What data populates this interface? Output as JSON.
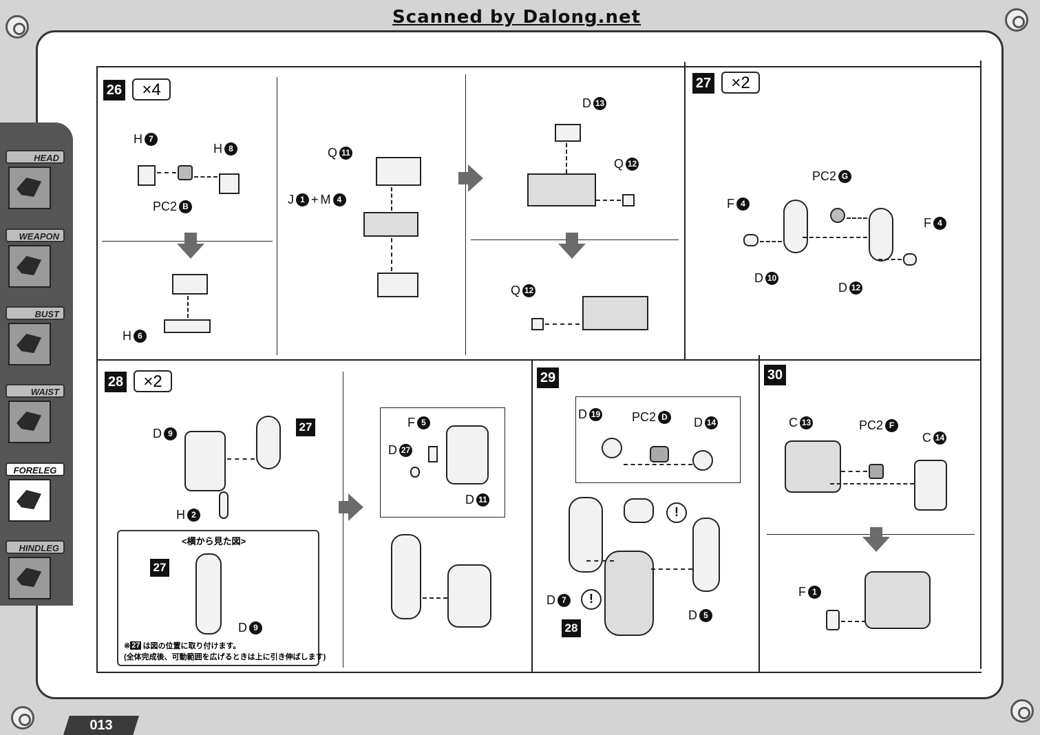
{
  "watermark": "Scanned by Dalong.net",
  "page_number": "013",
  "sidebar": {
    "tabs": [
      {
        "label": "HEAD",
        "active": false
      },
      {
        "label": "WEAPON",
        "active": false
      },
      {
        "label": "BUST",
        "active": false
      },
      {
        "label": "WAIST",
        "active": false
      },
      {
        "label": "FORELEG",
        "active": true
      },
      {
        "label": "HINDLEG",
        "active": false
      }
    ]
  },
  "steps": {
    "s26": {
      "number": "26",
      "multiplier": "×4",
      "parts": {
        "h7": "H",
        "h8": "H",
        "pc2b": "PC2",
        "q11": "Q",
        "j1": "J",
        "plus": "+",
        "m4": "M",
        "h6": "H",
        "d13": "D",
        "q12a": "Q",
        "q12b": "Q"
      },
      "nums": {
        "h7": "7",
        "h8": "8",
        "pc2b": "B",
        "q11": "11",
        "j1": "1",
        "m4": "4",
        "h6": "6",
        "d13": "13",
        "q12a": "12",
        "q12b": "12"
      }
    },
    "s27": {
      "number": "27",
      "multiplier": "×2",
      "parts": {
        "pc2g": "PC2",
        "f4a": "F",
        "f4b": "F",
        "d10": "D",
        "d12": "D"
      },
      "nums": {
        "pc2g": "G",
        "f4a": "4",
        "f4b": "4",
        "d10": "10",
        "d12": "12"
      }
    },
    "s28": {
      "number": "28",
      "multiplier": "×2",
      "parts": {
        "d9": "D",
        "h2": "H",
        "d9b": "D",
        "f5": "F",
        "d27": "D",
        "d11": "D"
      },
      "nums": {
        "d9": "9",
        "h2": "2",
        "d9b": "9",
        "f5": "5",
        "d27": "27",
        "d11": "11"
      },
      "ref_step": "27",
      "side_view_title": "<横から見た図>",
      "note_num": "27",
      "note_line1": "は図の位置に取り付けます。",
      "note_line2": "(全体完成後、可動範囲を広げるときは上に引き伸ばします)"
    },
    "s29": {
      "number": "29",
      "parts": {
        "d19": "D",
        "pc2d": "PC2",
        "d14": "D",
        "d7": "D",
        "d5": "D"
      },
      "nums": {
        "d19": "19",
        "pc2d": "D",
        "d14": "14",
        "d7": "7",
        "d5": "5"
      },
      "ref_step": "28",
      "warn": "!"
    },
    "s30": {
      "number": "30",
      "parts": {
        "c13": "C",
        "pc2f": "PC2",
        "c14": "C",
        "f1": "F"
      },
      "nums": {
        "c13": "13",
        "pc2f": "F",
        "c14": "14",
        "f1": "1"
      }
    }
  },
  "colors": {
    "sheet": "#ffffff",
    "frame": "#555555",
    "ink": "#111111"
  }
}
